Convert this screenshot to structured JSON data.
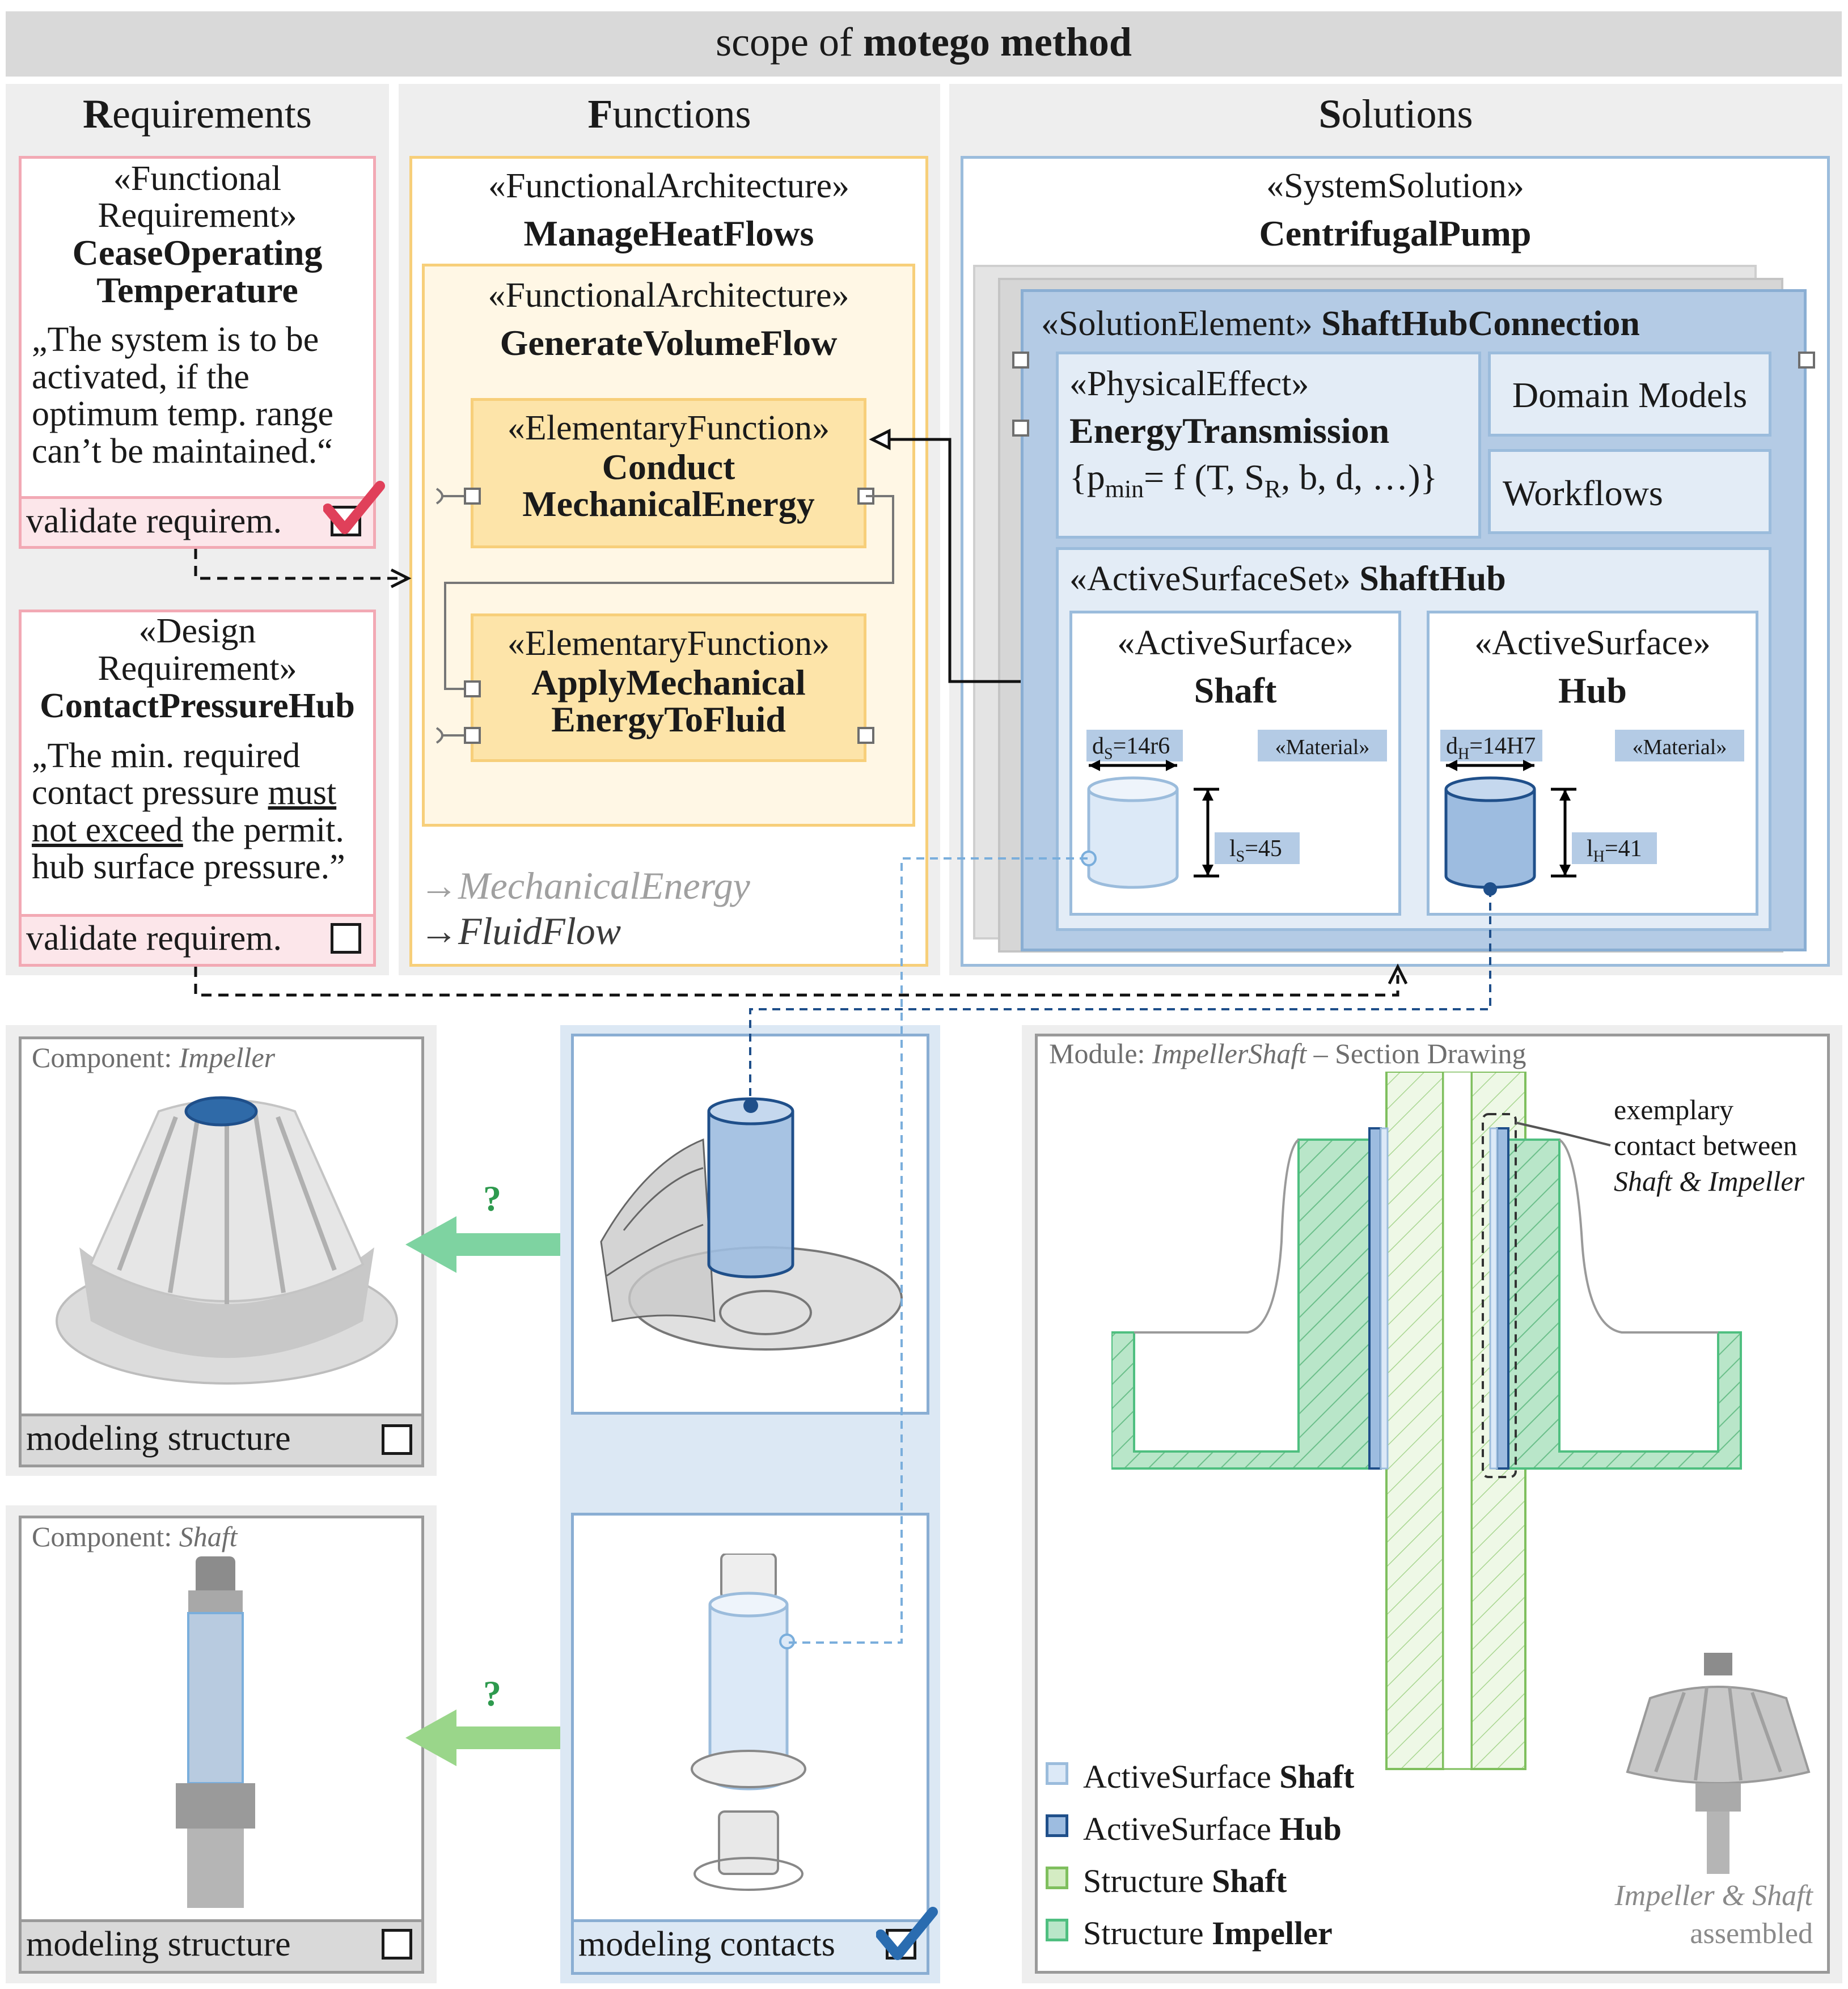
{
  "header": {
    "prefix": "scope of ",
    "bold": "motego method"
  },
  "requirements": {
    "heading_initial": "R",
    "heading_rest": "equirements",
    "req1": {
      "stereotype_line1": "«Functional",
      "stereotype_line2": "Requirement»",
      "name_line1": "CeaseOperating",
      "name_line2": "Temperature",
      "text_line1": "„The system is to be",
      "text_line2": "activated, if the",
      "text_line3": "optimum temp. range",
      "text_line4": "can’t be maintained.“",
      "footer": "validate requirem."
    },
    "req2": {
      "stereotype_line1": "«Design",
      "stereotype_line2": "Requirement»",
      "name": "ContactPressureHub",
      "text_line1": "„The min. required",
      "text_line2a": "contact pressure ",
      "text_line2b": "must",
      "text_line3a": "not exceed",
      "text_line3b": " the permit.",
      "text_line4": "hub surface pressure.”",
      "footer": "validate requirem."
    }
  },
  "functions": {
    "heading_initial": "F",
    "heading_rest": "unctions",
    "outer": {
      "stereotype": "«FunctionalArchitecture»",
      "name": "ManageHeatFlows"
    },
    "inner": {
      "stereotype": "«FunctionalArchitecture»",
      "name": "GenerateVolumeFlow"
    },
    "elem1": {
      "stereotype": "«ElementaryFunction»",
      "name_line1": "Conduct",
      "name_line2": "MechanicalEnergy"
    },
    "elem2": {
      "stereotype": "«ElementaryFunction»",
      "name_line1": "ApplyMechanical",
      "name_line2": "EnergyToFluid"
    },
    "flow1": "MechanicalEnergy",
    "flow2": "FluidFlow",
    "arrow_glyph": "→"
  },
  "solutions": {
    "heading_initial": "S",
    "heading_rest": "olutions",
    "system": {
      "stereotype": "«SystemSolution»",
      "name": "CentrifugalPump"
    },
    "element": {
      "stereotype": "«SolutionElement» ",
      "name": "ShaftHubConnection"
    },
    "effect": {
      "stereotype": "«PhysicalEffect»",
      "name": "EnergyTransmission",
      "formula_a": "{p",
      "formula_sub1": "min",
      "formula_b": "= f (T, S",
      "formula_sub2": "R",
      "formula_c": ", b, d, …)}"
    },
    "domain_models": "Domain Models",
    "workflows": "Workflows",
    "surface_set": {
      "stereotype": "«ActiveSurfaceSet» ",
      "name": "ShaftHub"
    },
    "shaft": {
      "stereotype": "«ActiveSurface»",
      "name": "Shaft",
      "dia_a": "d",
      "dia_sub": "S",
      "dia_b": "=14r6",
      "len_a": "l",
      "len_sub": "S",
      "len_b": "=45",
      "material": "«Material»"
    },
    "hub": {
      "stereotype": "«ActiveSurface»",
      "name": "Hub",
      "dia_a": "d",
      "dia_sub": "H",
      "dia_b": "=14H7",
      "len_a": "l",
      "len_sub": "H",
      "len_b": "=41",
      "material": "«Material»"
    }
  },
  "components": {
    "impeller": {
      "label": "Component: ",
      "name": "Impeller",
      "footer": "modeling structure"
    },
    "shaft": {
      "label": "Component: ",
      "name": "Shaft",
      "footer": "modeling structure"
    },
    "question_mark": "?"
  },
  "contacts": {
    "footer": "modeling contacts"
  },
  "module": {
    "label": "Module: ",
    "name": "ImpellerShaft",
    "suffix": " – Section Drawing",
    "annotation_line1": "exemplary",
    "annotation_line2": "contact between",
    "annotation_line3": "Shaft & Impeller",
    "assembled_line1": "Impeller & Shaft",
    "assembled_line2": "assembled"
  },
  "legend": [
    {
      "prefix": "ActiveSurface ",
      "bold": "Shaft",
      "fill": "#dce9f7",
      "stroke": "#9bbcdc"
    },
    {
      "prefix": "ActiveSurface ",
      "bold": "Hub",
      "fill": "#9dbce0",
      "stroke": "#1f4f8a"
    },
    {
      "prefix": "Structure ",
      "bold": "Shaft",
      "fill": "#d4ecc3",
      "stroke": "#7fbf5e"
    },
    {
      "prefix": "Structure ",
      "bold": "Impeller",
      "fill": "#b9e6c9",
      "stroke": "#4fbf80"
    }
  ],
  "colors": {
    "requirement_border": "#f2a9b4",
    "function_border": "#f7cf7a",
    "solution_border": "#9bbcdc",
    "check_red": "#e0405a",
    "check_blue": "#2a6cb0",
    "arrow_green": "#7ed3a1"
  }
}
